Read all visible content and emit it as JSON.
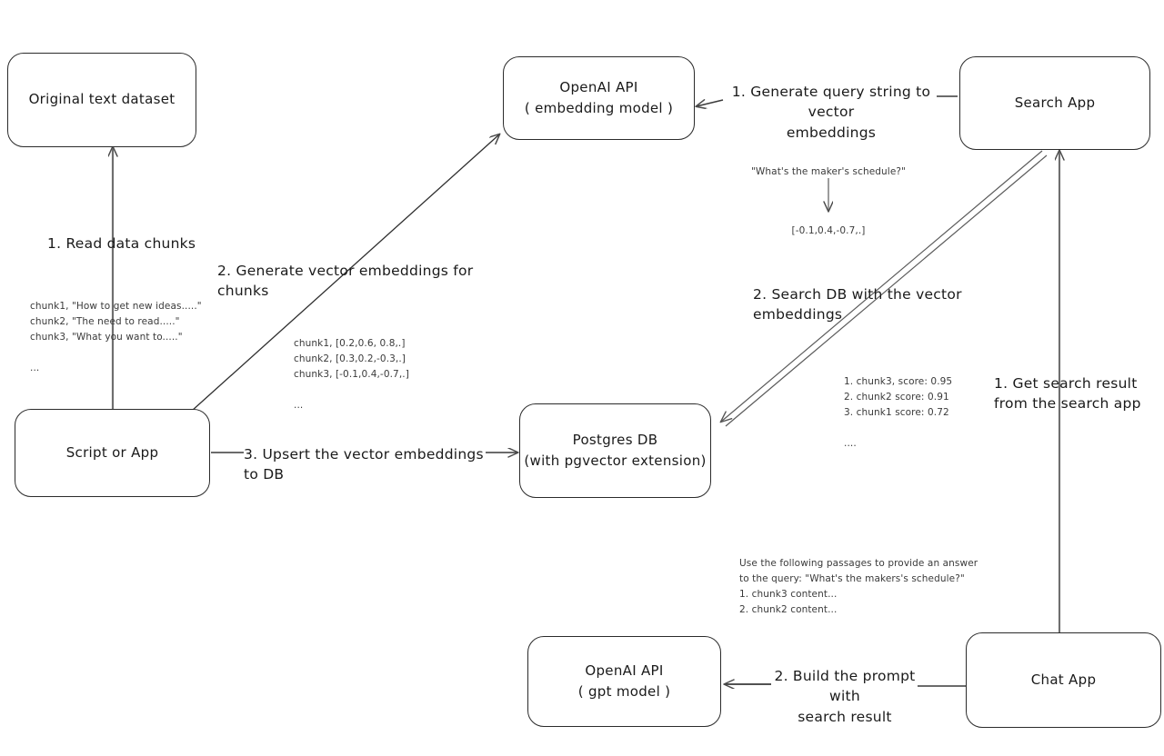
{
  "diagram": {
    "title": "Vector search / RAG architecture flow",
    "stroke_color": "#2b2b2b",
    "text_color": "#1a1a1a",
    "note_color": "#3a3a3a",
    "background": "#ffffff"
  },
  "nodes": {
    "original_dataset": {
      "line1": "Original text dataset",
      "line2": ""
    },
    "script_or_app": {
      "line1": "Script or App",
      "line2": ""
    },
    "openai_embedding": {
      "line1": "OpenAI API",
      "line2": "( embedding model )"
    },
    "postgres_db": {
      "line1": "Postgres DB",
      "line2": "(with pgvector extension)"
    },
    "search_app": {
      "line1": "Search App",
      "line2": ""
    },
    "chat_app": {
      "line1": "Chat App",
      "line2": ""
    },
    "openai_gpt": {
      "line1": "OpenAI API",
      "line2": "( gpt model )"
    }
  },
  "edge_labels": {
    "read_data_chunks": "1. Read data chunks",
    "generate_vector_embeddings": "2. Generate vector embeddings for chunks",
    "upsert_to_db": "3. Upsert the vector embeddings  to DB",
    "generate_query_embeddings": "1. Generate query string to vector\nembeddings",
    "search_db": "2. Search DB with the vector embeddings",
    "get_search_result": "1. Get search result\nfrom the search app",
    "build_prompt": "2. Build the prompt with\nsearch result"
  },
  "notes": {
    "source_chunks": "chunk1, \"How to get new ideas.....\"\nchunk2, \"The need to read.....\"\nchunk3, \"What you want to.....\"\n\n...",
    "chunk_embeddings": "chunk1, [0.2,0.6, 0.8,.]\nchunk2, [0.3,0.2,-0.3,.]\nchunk3, [-0.1,0.4,-0.7,.]\n\n...",
    "query_string": "\"What's the maker's schedule?\"",
    "query_embedding": "[-0.1,0.4,-0.7,.]",
    "search_results": "1. chunk3, score: 0.95\n2. chunk2 score: 0.91\n3. chunk1 score: 0.72\n\n....",
    "prompt_text": "Use the following passages to provide an answer\nto the query: \"What's the makers's schedule?\"\n1. chunk3 content...\n2. chunk2 content..."
  }
}
